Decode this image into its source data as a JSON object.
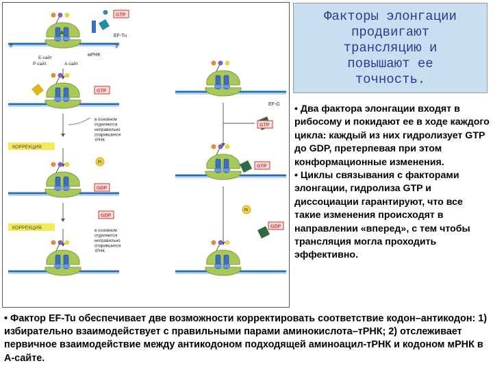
{
  "slide": {
    "title": "Факторы элонгации\nпродвигают\nтрансляцию и\nповышают ее\nточность.",
    "right_bullets": [
      "• Два фактора элонгации входят в рибосому и покидают ее в ходе каждого цикла: каждый из них гидролизует GTP до GDP, претерпевая при этом конформационные изменения.",
      "• Циклы связывания с факторами элонгации, гидролиза GTP и диссоциации гарантируют, что все такие изменения происходят в направлении «вперед», с тем чтобы трансляция могла проходить эффективно."
    ],
    "bottom_text": "• Фактор EF-Tu обеспечивает две возможности корректировать соответствие кодон–антикодон: 1) избирательно взаимодействует с правильными парами аминокислота–тРНК; 2) отслеживает первичное взаимодействие между антикодоном подходящей аминоацил-тРНК и кодоном мРНК в А-сайте."
  },
  "figure": {
    "labels": {
      "gtp": "GTP",
      "gdp": "GDP",
      "ef_tu": "EF-Tu",
      "ef_g": "EF-G",
      "five_prime": "5'",
      "three_prime": "3'",
      "mrna": "мРНК",
      "a": "A",
      "e_site": "E-сайт",
      "p_site": "P-сайт",
      "a_site": "A-сайт",
      "pi": "Pi",
      "correction": "КОРРЕКЦИЯ",
      "reject_note": "в основном\nотделяются\nнеправильно\nспарившиеся\nтРНК"
    },
    "colors": {
      "ribosome": "#a9c85a",
      "ribosome_dark": "#7f9e3a",
      "mrna": "#2a6db5",
      "trna": "#3b6fc0",
      "ef_tu": "#1e8f9c",
      "ef_g": "#2f6a45",
      "gtp_box": "#d8322a",
      "gdp_box": "#d8322a",
      "pi": "#f0d23c",
      "correction_box": "#f4ea5e",
      "title_bg": "#c9def1",
      "title_text": "#2a3a93"
    }
  }
}
